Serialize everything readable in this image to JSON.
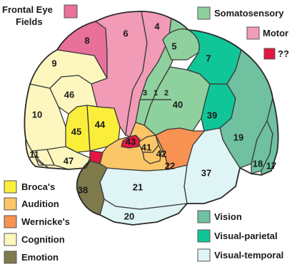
{
  "title": {
    "line1": "Frontal Eye",
    "line2": "Fields"
  },
  "colors": {
    "frontal_eye_fields": "#e8709b",
    "motor": "#f29bb6",
    "somatosensory": "#8fd19e",
    "unknown": "#e3173f",
    "vision": "#6fc1a0",
    "visual_parietal": "#10c698",
    "visual_temporal": "#dff4f5",
    "broca": "#fbee3b",
    "audition": "#fbc667",
    "wernicke": "#f79253",
    "cognition": "#fdf7bf",
    "emotion": "#7f7a4c"
  },
  "areas": {
    "a1": "1",
    "a2": "2",
    "a3": "3",
    "a4": "4",
    "a5": "5",
    "a6": "6",
    "a7": "7",
    "a8": "8",
    "a9": "9",
    "a10": "10",
    "a11": "11",
    "a17": "17",
    "a18": "18",
    "a19": "19",
    "a20": "20",
    "a21": "21",
    "a22": "22",
    "a37": "37",
    "a38": "38",
    "a39": "39",
    "a40": "40",
    "a41": "41",
    "a42": "42",
    "a43": "43",
    "a44": "44",
    "a45": "45",
    "a46": "46",
    "a47": "47"
  },
  "legend": {
    "somatosensory": "Somatosensory",
    "motor": "Motor",
    "unknown": "??",
    "broca": "Broca's",
    "audition": "Audition",
    "wernicke": "Wernicke's",
    "cognition": "Cognition",
    "emotion": "Emotion",
    "vision": "Vision",
    "visual_parietal": "Visual-parietal",
    "visual_temporal": "Visual-temporal"
  }
}
